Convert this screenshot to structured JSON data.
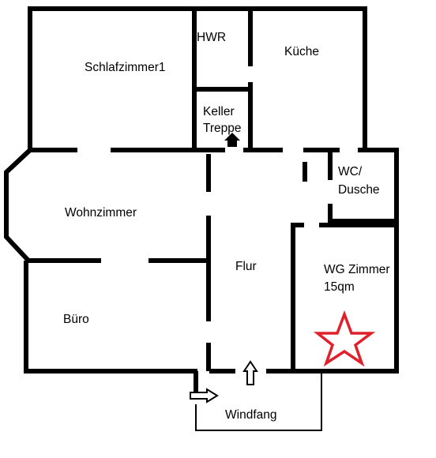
{
  "rooms": {
    "schlafzimmer": "Schlafzimmer1",
    "hwr": "HWR",
    "kueche": "Küche",
    "keller_line1": "Keller",
    "keller_line2": "Treppe",
    "wc_line1": "WC/",
    "wc_line2": "Dusche",
    "wohnzimmer": "Wohnzimmer",
    "flur": "Flur",
    "wg_line1": "WG Zimmer",
    "wg_line2": "15qm",
    "buero": "Büro",
    "windfang": "Windfang"
  },
  "colors": {
    "wall": "#000000",
    "star": "#e0202a"
  }
}
